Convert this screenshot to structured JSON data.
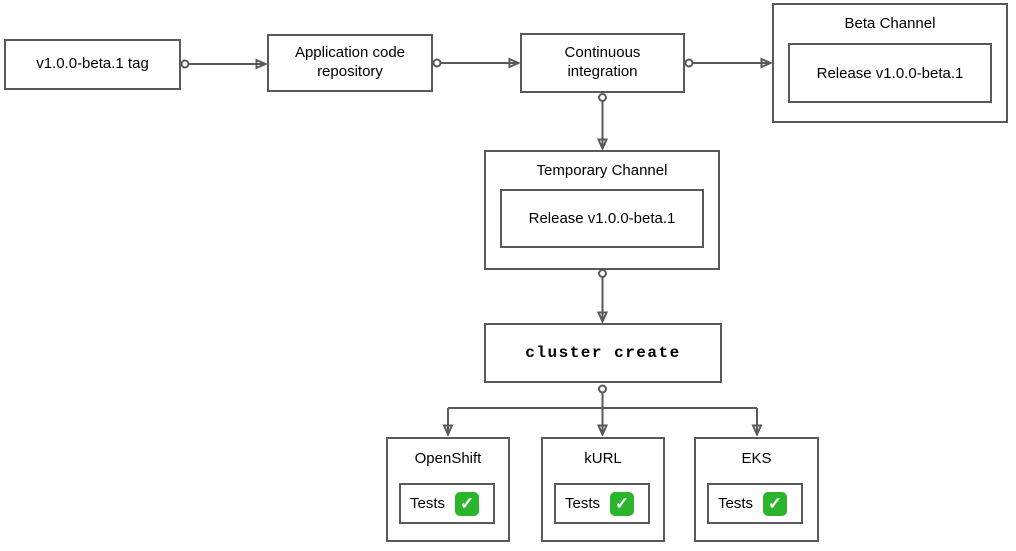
{
  "colors": {
    "line": "#595959",
    "box_border": "#595959",
    "text": "#000000",
    "background": "#ffffff",
    "check_bg": "#2bb52b",
    "check_fg": "#ffffff"
  },
  "nodes": {
    "tag": {
      "label": "v1.0.0-beta.1 tag"
    },
    "repo": {
      "label": "Application code repository"
    },
    "ci": {
      "label": "Continuous integration"
    },
    "beta_channel": {
      "title": "Beta Channel",
      "release": "Release v1.0.0-beta.1"
    },
    "temporary_channel": {
      "title": "Temporary Channel",
      "release": "Release v1.0.0-beta.1"
    },
    "cluster_create": {
      "label": "cluster create"
    },
    "clusters": [
      {
        "title": "OpenShift",
        "tests_label": "Tests",
        "check_icon": "check-mark-button",
        "check_glyph": "✓"
      },
      {
        "title": "kURL",
        "tests_label": "Tests",
        "check_icon": "check-mark-button",
        "check_glyph": "✓"
      },
      {
        "title": "EKS",
        "tests_label": "Tests",
        "check_icon": "check-mark-button",
        "check_glyph": "✓"
      }
    ]
  }
}
